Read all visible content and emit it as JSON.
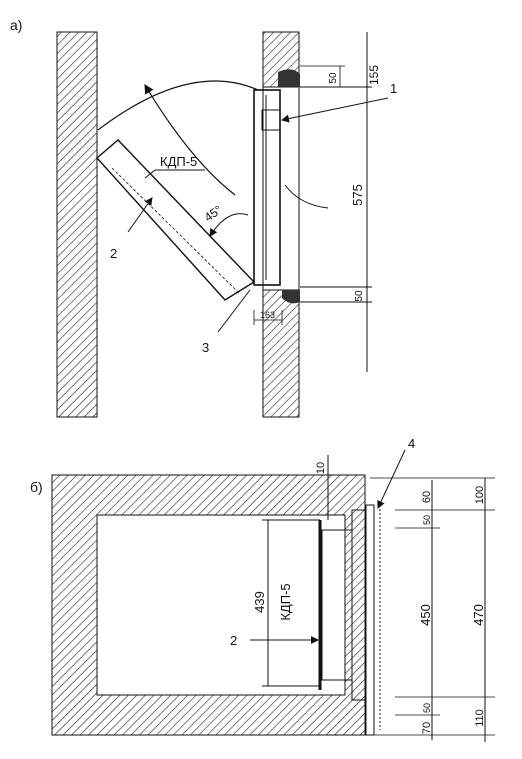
{
  "drawing": {
    "view_a": {
      "label": "а)",
      "component_label": "КДП-5",
      "angle_label": "45°",
      "dimensions": {
        "top_height": "155",
        "top_small": "50",
        "main_height": "575",
        "bottom_small": "50",
        "frame_depth": "163"
      },
      "callouts": {
        "c1": "1",
        "c2": "2",
        "c3": "3"
      }
    },
    "view_b": {
      "label": "б)",
      "component_label": "КДП-5",
      "dimensions": {
        "top_offset": "10",
        "height_439": "439",
        "inner_60": "60",
        "inner_50_top": "50",
        "height_450": "450",
        "total_470": "470",
        "top_100": "100",
        "bottom_50": "50",
        "bottom_70": "70",
        "bottom_110": "110"
      },
      "callouts": {
        "c2": "2",
        "c4": "4"
      }
    }
  }
}
